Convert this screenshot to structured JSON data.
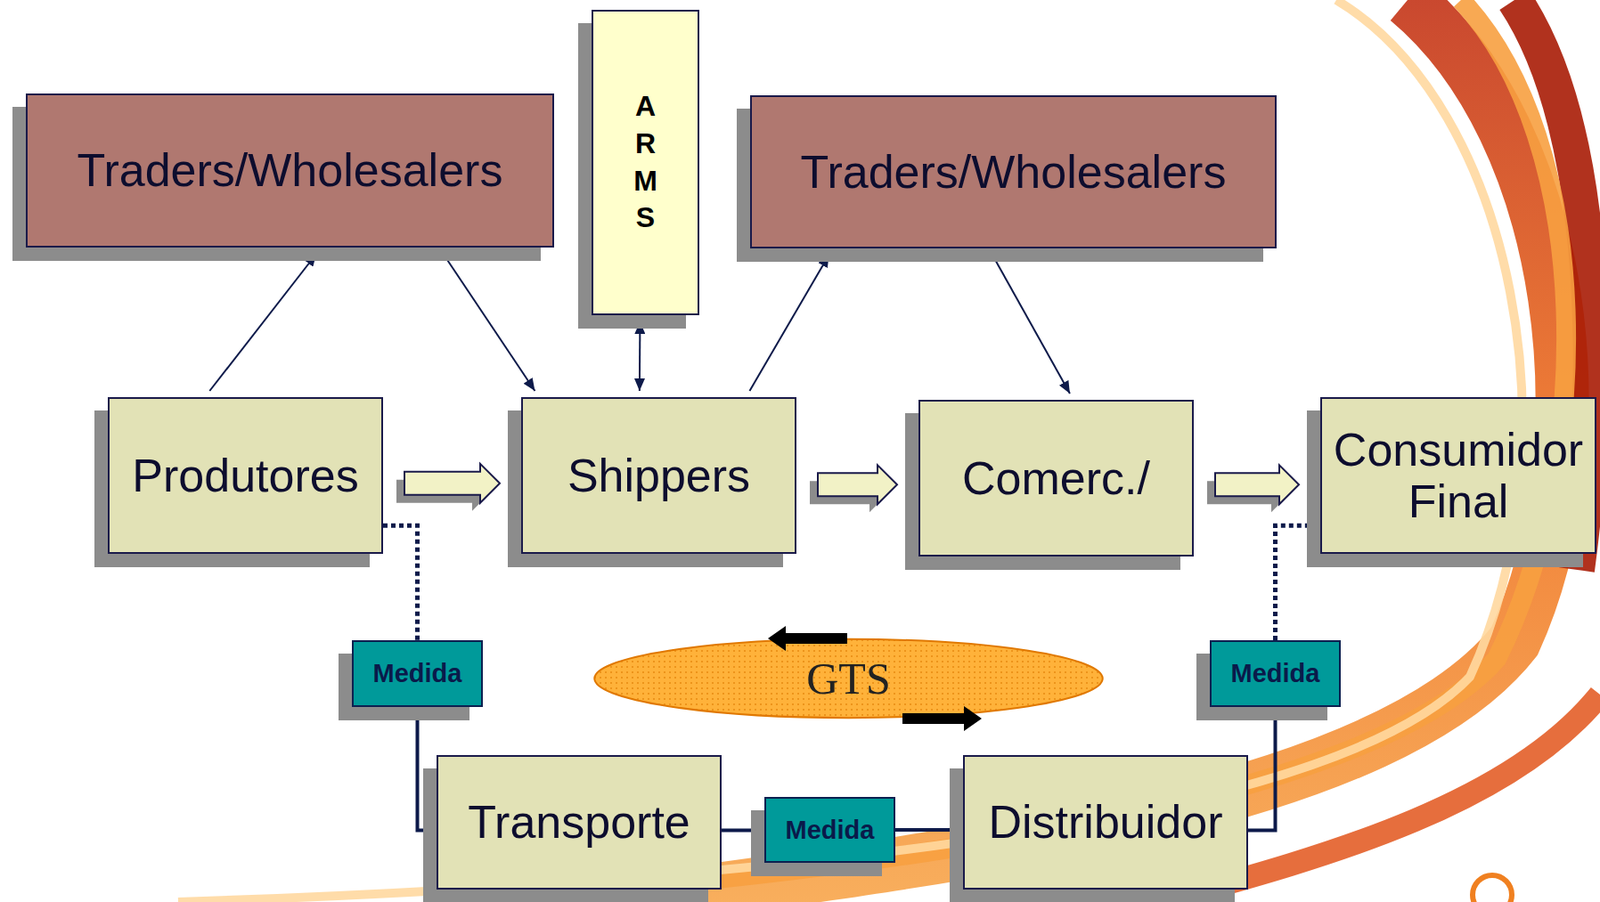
{
  "diagram": {
    "nodes": [
      {
        "text": [
          "Traders/Wholesalers"
        ]
      },
      {
        "text": [
          "ARMS"
        ]
      },
      {
        "text": [
          "Traders/Wholesalers"
        ]
      },
      {
        "text": [
          "Produtores"
        ]
      },
      {
        "text": [
          "Shippers"
        ]
      },
      {
        "text": [
          "Comerc./"
        ]
      },
      {
        "text": [
          "Consumidor Final"
        ]
      },
      {
        "text": [
          "Medida"
        ]
      },
      {
        "text": [
          "GTS"
        ]
      },
      {
        "text": [
          "Medida"
        ]
      },
      {
        "text": [
          "Transporte"
        ]
      },
      {
        "text": [
          "Medida"
        ]
      },
      {
        "text": [
          "Distribuidor"
        ]
      }
    ],
    "edges": [
      {
        "from": 3,
        "to": 0,
        "arrow": "to"
      },
      {
        "from": 0,
        "to": 4,
        "arrow": "to"
      },
      {
        "from": 1,
        "to": 4,
        "arrow": "both"
      },
      {
        "from": 4,
        "to": 2,
        "arrow": "to"
      },
      {
        "from": 2,
        "to": 5,
        "arrow": "to"
      },
      {
        "from": 3,
        "to": 4,
        "arrow": "to"
      },
      {
        "from": 4,
        "to": 5,
        "arrow": "to"
      },
      {
        "from": 5,
        "to": 6,
        "arrow": "to"
      },
      {
        "from": 3,
        "to": 7,
        "arrow": "none"
      },
      {
        "from": 7,
        "to": 10,
        "arrow": "none"
      },
      {
        "from": 10,
        "to": 11,
        "arrow": "none"
      },
      {
        "from": 11,
        "to": 12,
        "arrow": "none"
      },
      {
        "from": 12,
        "to": 9,
        "arrow": "none"
      },
      {
        "from": 9,
        "to": 6,
        "arrow": "none"
      }
    ]
  }
}
